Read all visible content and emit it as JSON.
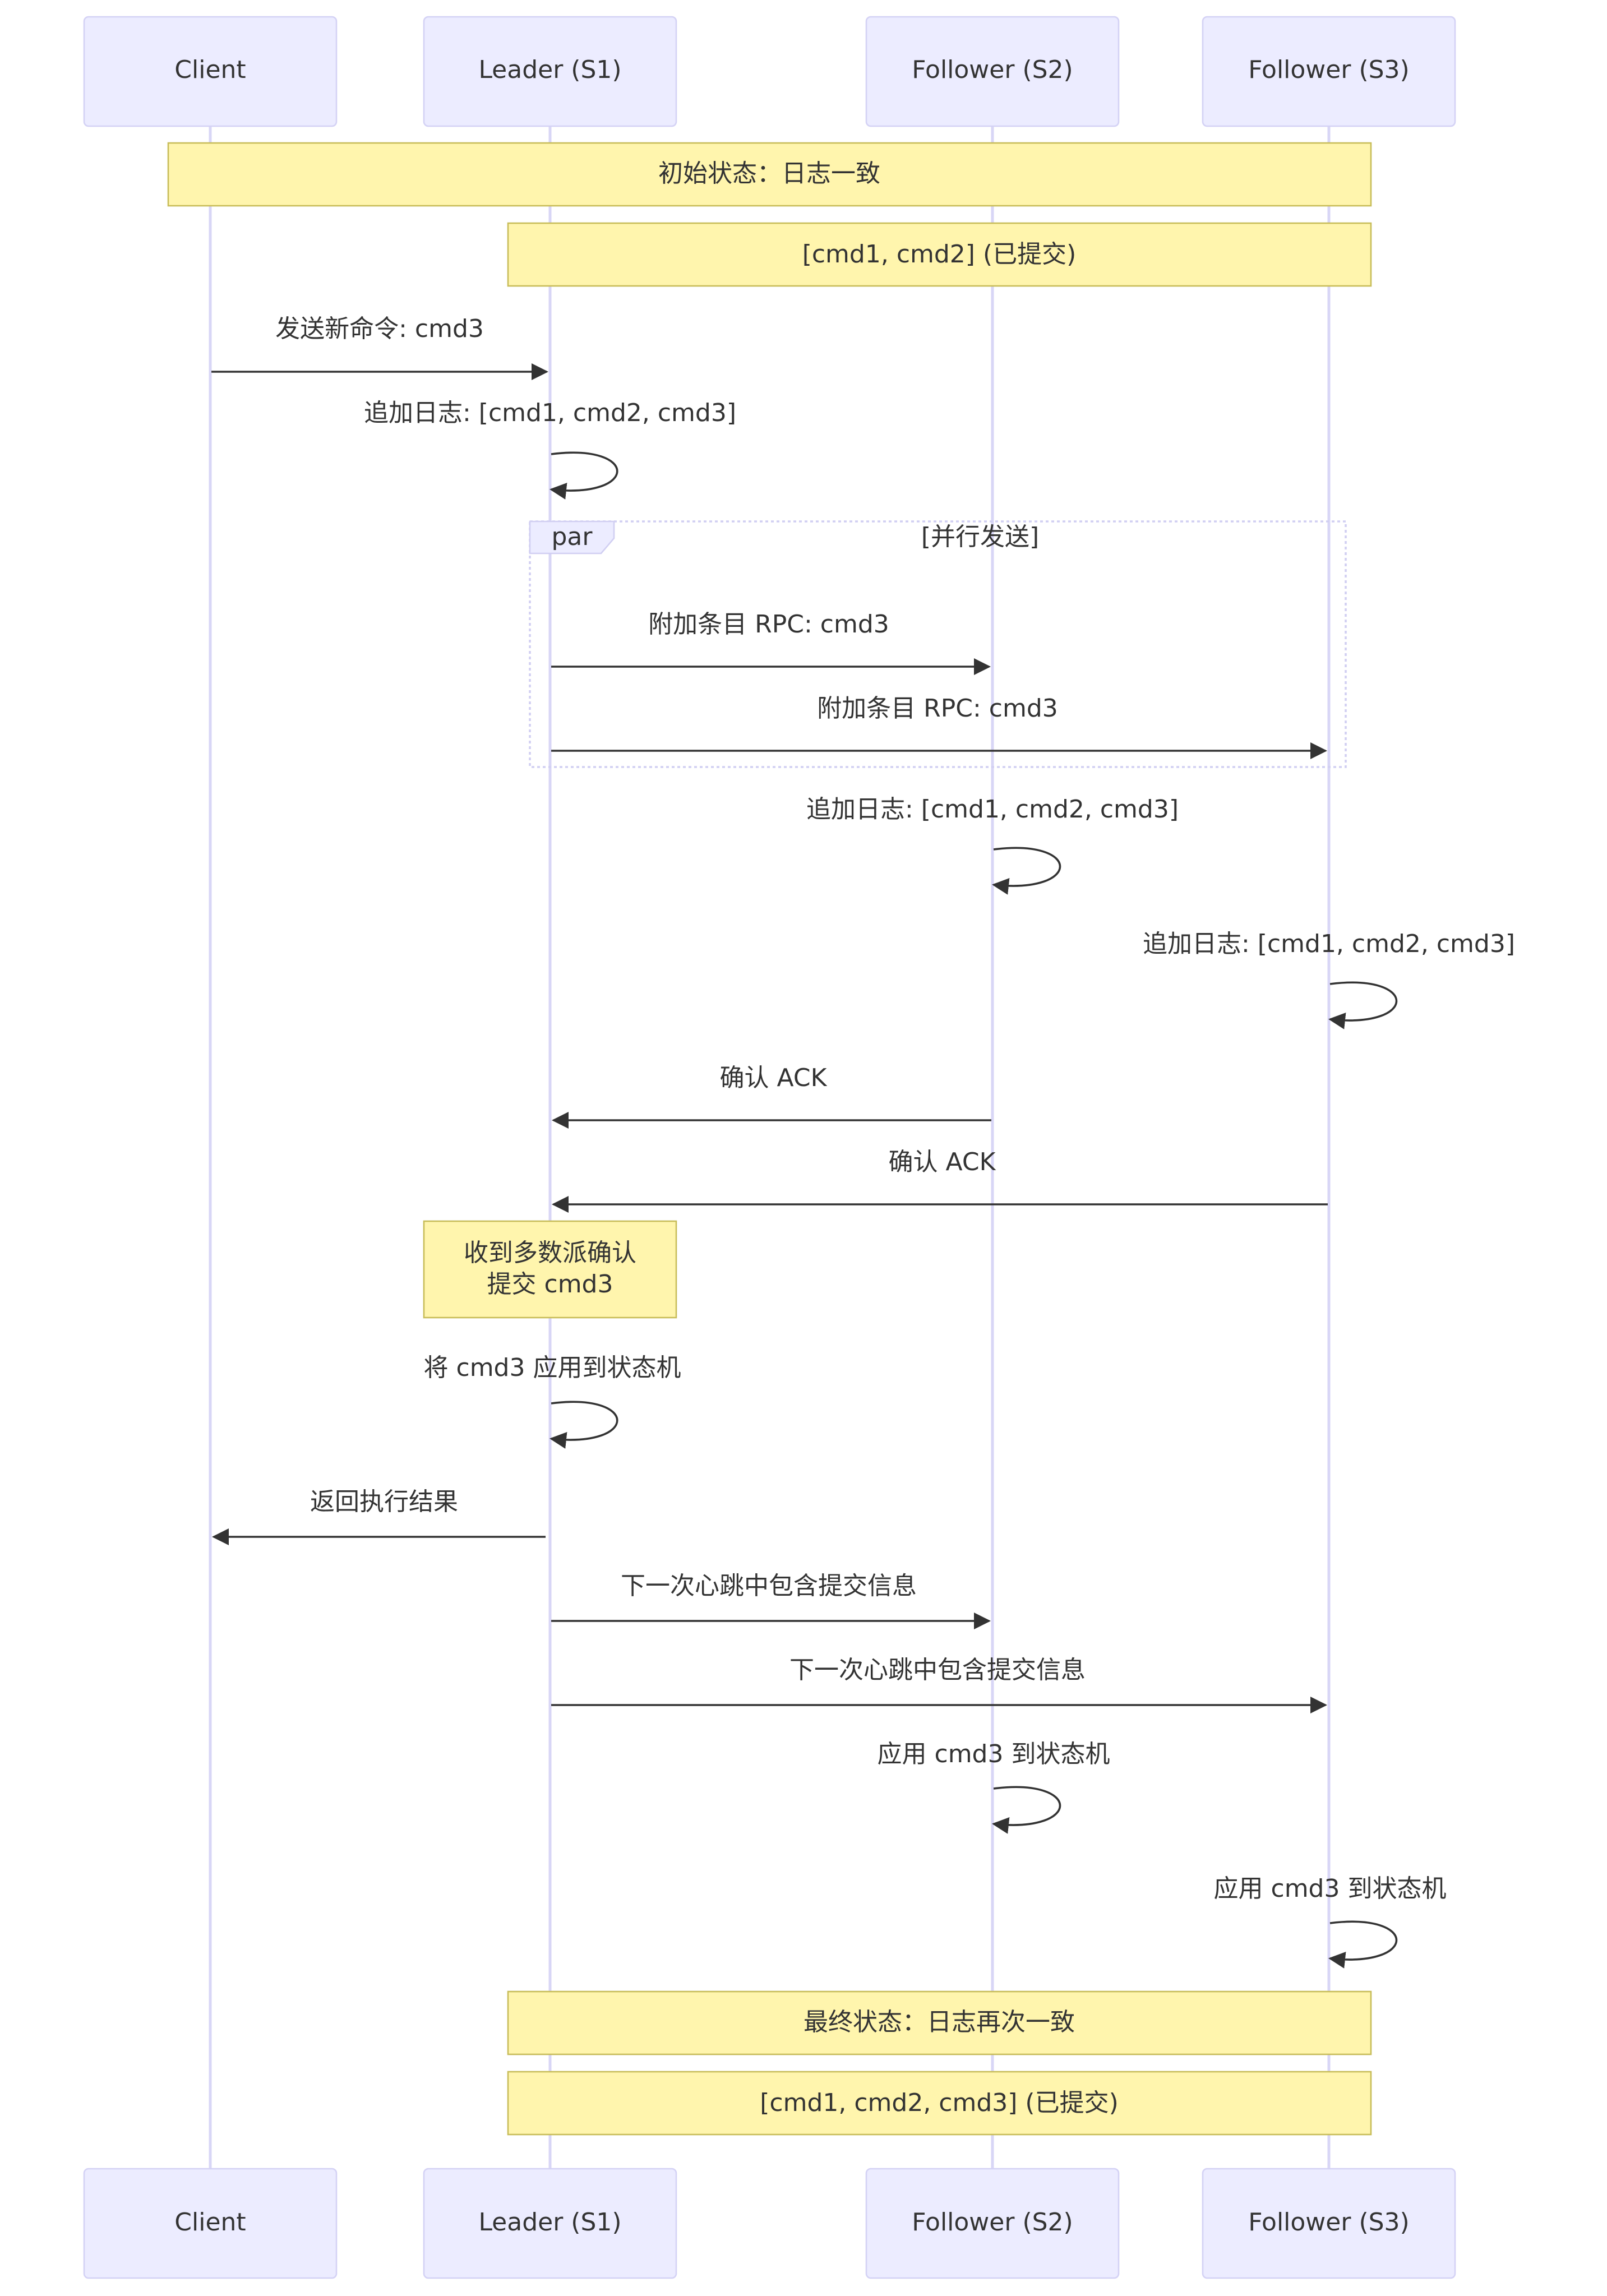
{
  "actors": [
    {
      "id": "client",
      "label": "Client"
    },
    {
      "id": "leader",
      "label": "Leader (S1)"
    },
    {
      "id": "s2",
      "label": "Follower (S2)"
    },
    {
      "id": "s3",
      "label": "Follower (S3)"
    }
  ],
  "notes": {
    "initial_state": "初始状态：日志一致",
    "initial_log": "[cmd1, cmd2] (已提交)",
    "majority_line1": "收到多数派确认",
    "majority_line2": "提交 cmd3",
    "final_state": "最终状态：日志再次一致",
    "final_log": "[cmd1, cmd2, cmd3] (已提交)"
  },
  "par_block": {
    "tab_label": "par",
    "title": "[并行发送]"
  },
  "messages": [
    {
      "from": "client",
      "to": "leader",
      "label": "发送新命令: cmd3"
    },
    {
      "from": "leader",
      "to": "leader",
      "label": "追加日志: [cmd1, cmd2, cmd3]"
    },
    {
      "from": "leader",
      "to": "s2",
      "label": "附加条目 RPC: cmd3"
    },
    {
      "from": "leader",
      "to": "s3",
      "label": "附加条目 RPC: cmd3"
    },
    {
      "from": "s2",
      "to": "s2",
      "label": "追加日志: [cmd1, cmd2, cmd3]"
    },
    {
      "from": "s3",
      "to": "s3",
      "label": "追加日志: [cmd1, cmd2, cmd3]"
    },
    {
      "from": "s2",
      "to": "leader",
      "label": "确认 ACK"
    },
    {
      "from": "s3",
      "to": "leader",
      "label": "确认 ACK"
    },
    {
      "from": "leader",
      "to": "leader",
      "label": "将 cmd3 应用到状态机"
    },
    {
      "from": "leader",
      "to": "client",
      "label": "返回执行结果"
    },
    {
      "from": "leader",
      "to": "s2",
      "label": "下一次心跳中包含提交信息"
    },
    {
      "from": "leader",
      "to": "s3",
      "label": "下一次心跳中包含提交信息"
    },
    {
      "from": "s2",
      "to": "s2",
      "label": "应用 cmd3 到状态机"
    },
    {
      "from": "s3",
      "to": "s3",
      "label": "应用 cmd3 到状态机"
    }
  ]
}
